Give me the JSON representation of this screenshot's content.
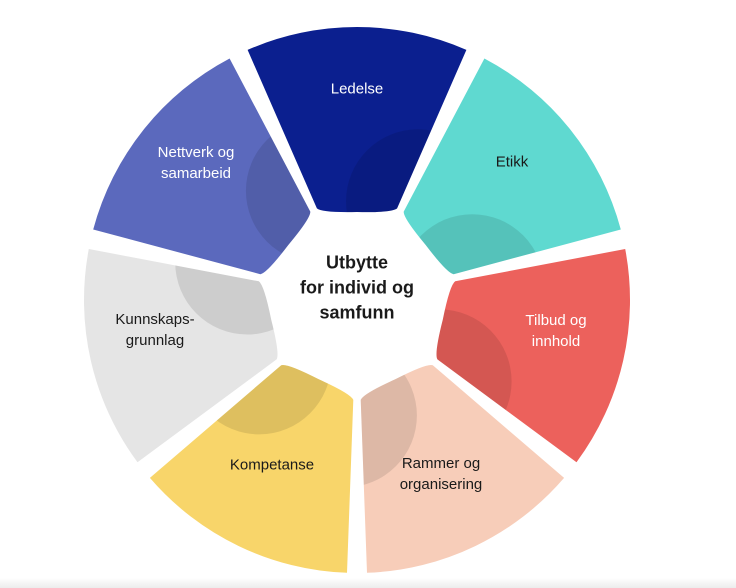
{
  "center": {
    "lines": [
      "Utbytte",
      "for individ og",
      "samfunn"
    ]
  },
  "segments": [
    {
      "id": "ledelse",
      "lines": [
        "Ledelse"
      ],
      "color": "#0b1f8f",
      "dark_text": false
    },
    {
      "id": "etikk",
      "lines": [
        "Etikk"
      ],
      "color": "#5fd9d0",
      "dark_text": true
    },
    {
      "id": "tilbud",
      "lines": [
        "Tilbud og",
        "innhold"
      ],
      "color": "#ec615c",
      "dark_text": false
    },
    {
      "id": "rammer",
      "lines": [
        "Rammer og",
        "organisering"
      ],
      "color": "#f7cdb9",
      "dark_text": true
    },
    {
      "id": "kompetanse",
      "lines": [
        "Kompetanse"
      ],
      "color": "#f8d56a",
      "dark_text": true
    },
    {
      "id": "kunnskap",
      "lines": [
        "Kunnskaps-",
        "grunnlag"
      ],
      "color": "#e5e5e5",
      "dark_text": true
    },
    {
      "id": "nettverk",
      "lines": [
        "Nettverk og",
        "samarbeid"
      ],
      "color": "#5b69bd",
      "dark_text": false
    }
  ]
}
